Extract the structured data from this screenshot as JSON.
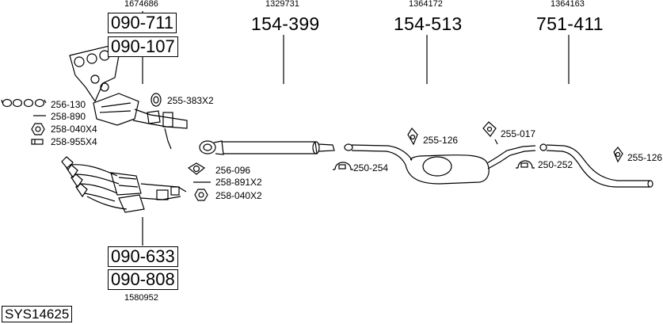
{
  "system_code": "SYS14625",
  "groups": {
    "manifold_top": {
      "oem": "1674686",
      "parts": [
        "090-711",
        "090-107"
      ]
    },
    "manifold_bottom": {
      "oem": "1580952",
      "parts": [
        "090-633",
        "090-808"
      ]
    },
    "front_pipe": {
      "oem": "1329731",
      "part": "154-399"
    },
    "middle_silencer": {
      "oem": "1364172",
      "part": "154-513"
    },
    "rear_pipe": {
      "oem": "1364163",
      "part": "751-411"
    }
  },
  "accessories": {
    "left": [
      "256-130",
      "258-890",
      "258-040X4",
      "258-955X4"
    ],
    "top_right": "255-383X2",
    "front_gaskets": [
      "256-096",
      "258-891X2",
      "258-040X2"
    ],
    "mid": [
      "255-126",
      "250-254"
    ],
    "rear": [
      "255-017",
      "250-252"
    ],
    "tail": "255-126"
  }
}
